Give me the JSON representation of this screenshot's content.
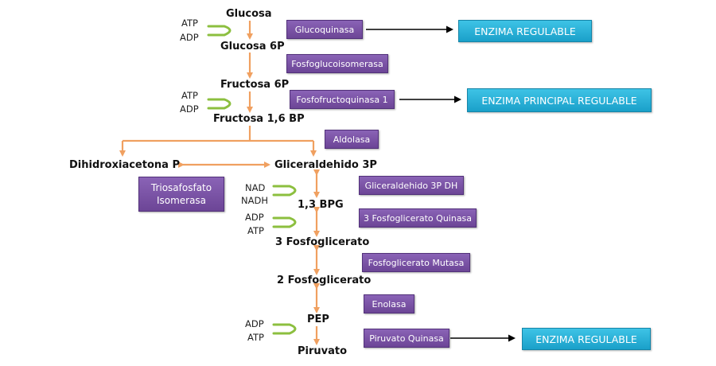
{
  "metabolites": {
    "glucosa": "Glucosa",
    "glucosa_6p": "Glucosa 6P",
    "fructosa_6p": "Fructosa 6P",
    "fructosa_16bp": "Fructosa 1,6 BP",
    "dihidroxiacetona_p": "Dihidroxiacetona P",
    "gliceraldehido_3p": "Gliceraldehido 3P",
    "bpg_13": "1,3 BPG",
    "fosfoglicerato_3": "3 Fosfoglicerato",
    "fosfoglicerato_2": "2 Fosfoglicerato",
    "pep": "PEP",
    "piruvato": "Piruvato"
  },
  "cofactors": {
    "step1_in": "ATP",
    "step1_out": "ADP",
    "step3_in": "ATP",
    "step3_out": "ADP",
    "step6_in": "NAD",
    "step6_out": "NADH",
    "step7_in": "ADP",
    "step7_out": "ATP",
    "step10_in": "ADP",
    "step10_out": "ATP"
  },
  "enzymes": {
    "glucoquinasa": "Glucoquinasa",
    "fosfoglucoisomerasa": "Fosfoglucoisomerasa",
    "fosfofructoquinasa": "Fosfofructoquinasa 1",
    "aldolasa": "Aldolasa",
    "triosafosfato_isomerasa": "Triosafosfato Isomerasa",
    "gliceraldehido_3p_dh": "Gliceraldehido 3P DH",
    "fosfoglicerato_quinasa": "3 Fosfoglicerato Quinasa",
    "fosfoglicerato_mutasa": "Fosfoglicerato Mutasa",
    "enolasa": "Enolasa",
    "piruvato_quinasa": "Piruvato Quinasa"
  },
  "regulation": {
    "glucoquinasa": "ENZIMA REGULABLE",
    "fosfofructoquinasa": "ENZIMA PRINCIPAL REGULABLE",
    "piruvato_quinasa": "ENZIMA REGULABLE"
  },
  "colors": {
    "enzyme_box": "#7a52a6",
    "regulation_box": "#29b4dc",
    "pathway_arrow": "#f0a060",
    "cofactor_arrow": "#8cbf3f",
    "link_arrow": "#000000"
  }
}
